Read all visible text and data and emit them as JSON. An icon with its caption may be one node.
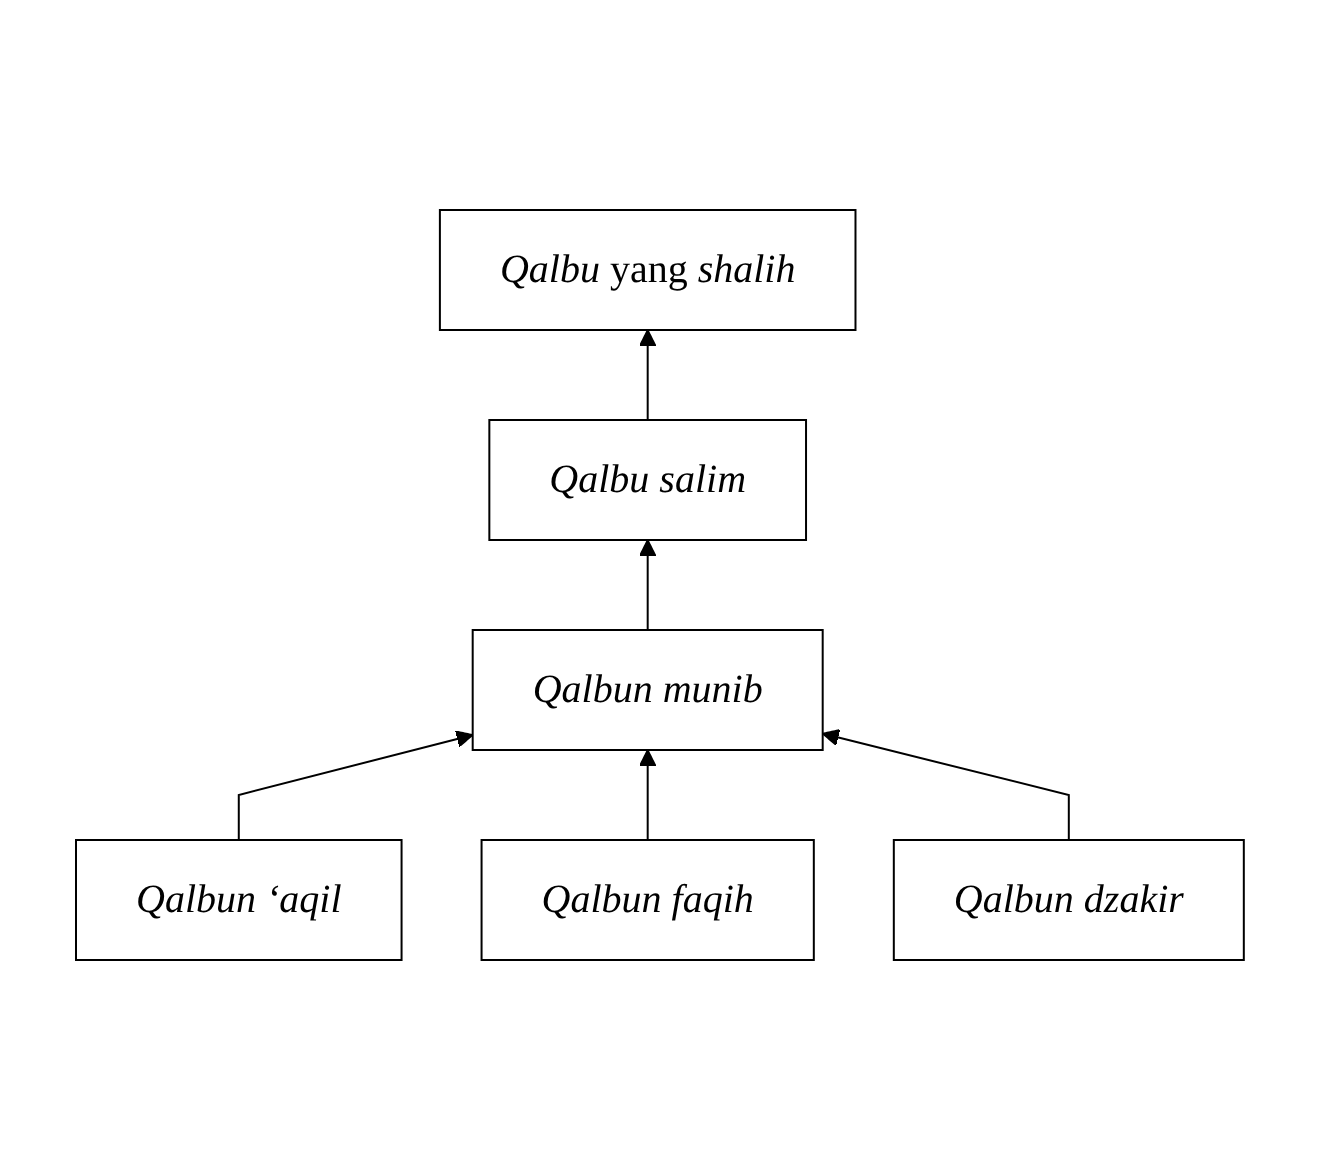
{
  "diagram": {
    "nodes": [
      {
        "text": [
          "*Qalbu* yang *shalih*"
        ]
      },
      {
        "text": [
          "Qalbu salim"
        ]
      },
      {
        "text": [
          "Qalbun munib"
        ]
      },
      {
        "text": [
          "Qalbun ‘aqil"
        ]
      },
      {
        "text": [
          "Qalbun faqih"
        ]
      },
      {
        "text": [
          "Qalbun dzakir"
        ]
      }
    ],
    "edges": [
      {
        "from": 3,
        "to": 2,
        "arrow": "to"
      },
      {
        "from": 4,
        "to": 2,
        "arrow": "to"
      },
      {
        "from": 5,
        "to": 2,
        "arrow": "to"
      },
      {
        "from": 2,
        "to": 1,
        "arrow": "to"
      },
      {
        "from": 1,
        "to": 0,
        "arrow": "to"
      }
    ]
  }
}
